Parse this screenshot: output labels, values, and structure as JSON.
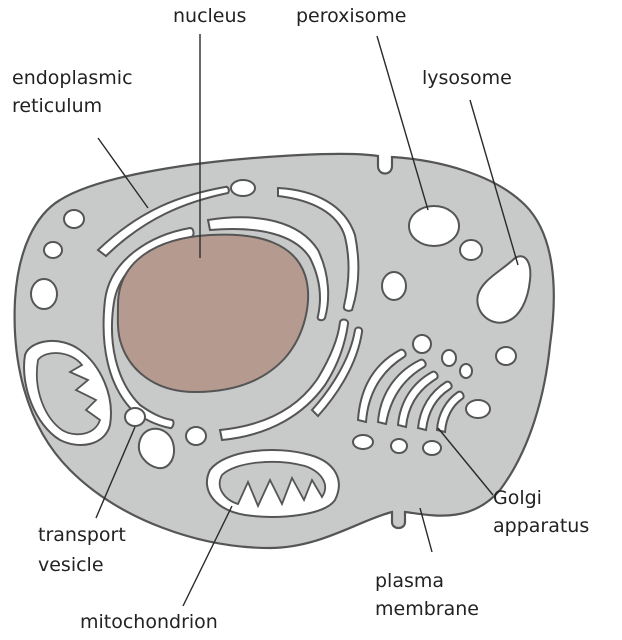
{
  "colors": {
    "cytoplasm": "#c8cac9",
    "nucleus": "#b59a8f",
    "organelle": "#ffffff",
    "outline": "#555555"
  },
  "labels": {
    "nucleus": "nucleus",
    "peroxisome": "peroxisome",
    "er_line1": "endoplasmic",
    "er_line2": "reticulum",
    "lysosome": "lysosome",
    "golgi_line1": "Golgi",
    "golgi_line2": "apparatus",
    "transport_line1": "transport",
    "transport_line2": "vesicle",
    "plasma_line1": "plasma",
    "plasma_line2": "membrane",
    "mitochondrion": "mitochondrion"
  }
}
